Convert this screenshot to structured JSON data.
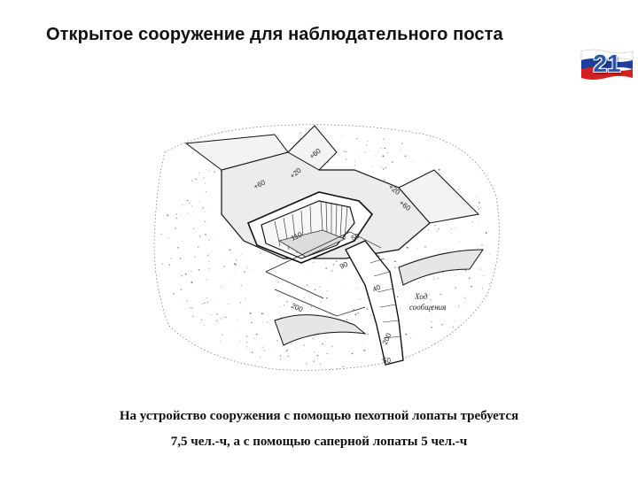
{
  "title": "Открытое сооружение для наблюдательного поста",
  "slide_number": "21",
  "diagram": {
    "labels": {
      "parapet_left": "+60",
      "parapet_top": "+60",
      "parapet_right": "+60",
      "step_left": "+20",
      "step_right": "+20",
      "depth_110": "110",
      "w_50": "50",
      "w_90": "90",
      "w_40": "40",
      "len_200": "200",
      "len_200b": "200",
      "w_50b": "50",
      "trench_line1": "Ход",
      "trench_line2": "сообщения"
    }
  },
  "caption": {
    "line1": "На устройство сооружения с помощью пехотной лопаты требуется",
    "line2": "7,5 чел.-ч,  а с помощью саперной лопаты 5 чел.-ч"
  },
  "colors": {
    "flag_white": "#ffffff",
    "flag_blue": "#1c3f9e",
    "flag_red": "#d42020"
  }
}
